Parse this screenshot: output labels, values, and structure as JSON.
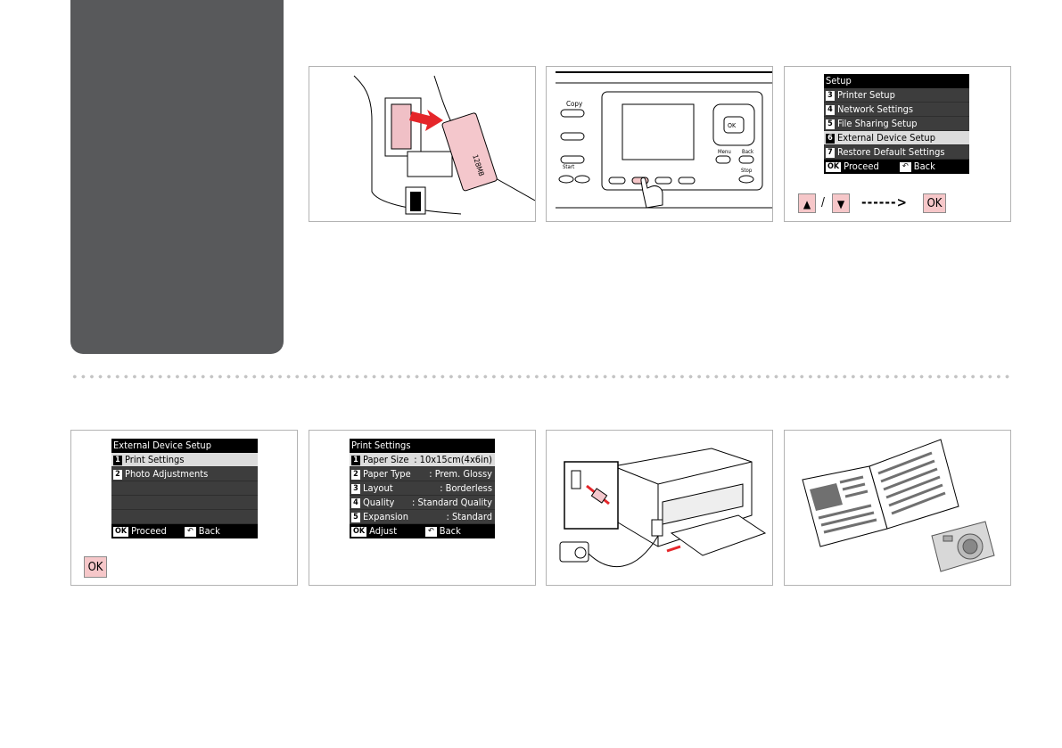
{
  "setup_menu": {
    "title": "Setup",
    "items": [
      {
        "num": "3",
        "label": "Printer Setup"
      },
      {
        "num": "4",
        "label": "Network Settings"
      },
      {
        "num": "5",
        "label": "File Sharing Setup"
      },
      {
        "num": "6",
        "label": "External Device Setup",
        "selected": true
      },
      {
        "num": "7",
        "label": "Restore Default Settings"
      }
    ],
    "footer": {
      "ok_key": "OK",
      "ok_label": "Proceed",
      "back_label": "Back"
    }
  },
  "setup_keys": {
    "up": "▲",
    "separator": "/",
    "down": "▼",
    "arrow": "------>",
    "ok": "OK"
  },
  "control_panel": {
    "copy_label": "Copy",
    "start_label": "Start",
    "menu_label": "Menu",
    "back_label": "Back",
    "stop_label": "Stop",
    "ok_label": "OK"
  },
  "external_menu": {
    "title": "External Device Setup",
    "items": [
      {
        "num": "1",
        "label": "Print Settings",
        "selected": true
      },
      {
        "num": "2",
        "label": "Photo Adjustments"
      }
    ],
    "footer": {
      "ok_key": "OK",
      "ok_label": "Proceed",
      "back_label": "Back"
    }
  },
  "external_keys": {
    "ok": "OK"
  },
  "print_settings": {
    "title": "Print Settings",
    "items": [
      {
        "num": "1",
        "label": "Paper Size",
        "value": ": 10x15cm(4x6in)",
        "selected": true
      },
      {
        "num": "2",
        "label": "Paper Type",
        "value": ": Prem. Glossy"
      },
      {
        "num": "3",
        "label": "Layout",
        "value": ": Borderless"
      },
      {
        "num": "4",
        "label": "Quality",
        "value": ": Standard Quality"
      },
      {
        "num": "5",
        "label": "Expansion",
        "value": ": Standard"
      }
    ],
    "footer": {
      "ok_key": "OK",
      "ok_label": "Adjust",
      "back_label": "Back"
    }
  },
  "memory_card_label": "128MB",
  "colors": {
    "sidebar": "#58595b",
    "highlight_key": "#f6c7c9",
    "arrow_red": "#e5262a",
    "panel_border": "#b3b3b3"
  }
}
